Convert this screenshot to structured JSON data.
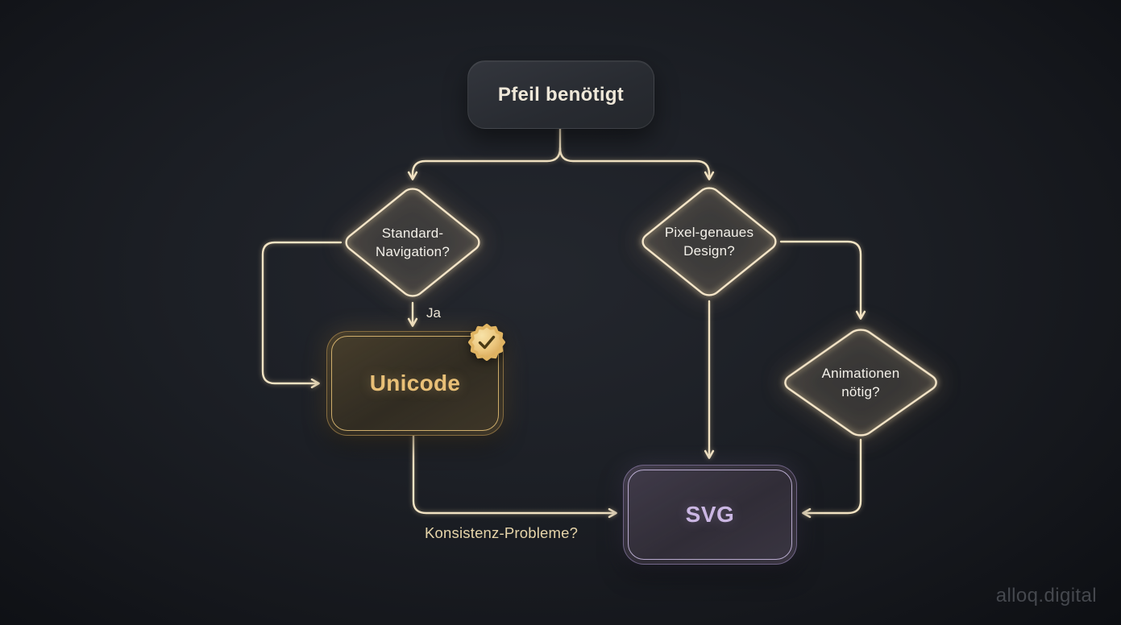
{
  "canvas": {
    "background": "#16181d"
  },
  "colors": {
    "connector": "#f2e3c3",
    "diamond_stroke": "#f4e5c8",
    "gold_accent": "#e9c077",
    "lavender_accent": "#cbb7e3",
    "node_text": "#f3f0e9",
    "edge_label_text": "#e6d4a9",
    "watermark_text": "#45484e"
  },
  "nodes": {
    "start": {
      "label": "Pfeil benötigt"
    },
    "standard_nav": {
      "line1": "Standard-",
      "line2": "Navigation?"
    },
    "pixel_design": {
      "line1": "Pixel-genaues",
      "line2": "Design?"
    },
    "animation": {
      "line1": "Animationen",
      "line2": "nötig?"
    },
    "unicode": {
      "label": "Unicode",
      "badge_icon": "check-seal-icon"
    },
    "svg": {
      "label": "SVG"
    }
  },
  "edge_labels": {
    "ja": "Ja",
    "konsistenz": "Konsistenz-Probleme?"
  },
  "edges": [
    {
      "from": "start",
      "to": "standard_nav",
      "label": ""
    },
    {
      "from": "start",
      "to": "pixel_design",
      "label": ""
    },
    {
      "from": "standard_nav",
      "to": "unicode",
      "label": "Ja"
    },
    {
      "from": "standard_nav",
      "to": "unicode",
      "label": ""
    },
    {
      "from": "pixel_design",
      "to": "svg",
      "label": ""
    },
    {
      "from": "pixel_design",
      "to": "animation",
      "label": ""
    },
    {
      "from": "animation",
      "to": "svg",
      "label": ""
    },
    {
      "from": "unicode",
      "to": "svg",
      "label": "Konsistenz-Probleme?"
    }
  ],
  "watermark": "alloq.digital"
}
